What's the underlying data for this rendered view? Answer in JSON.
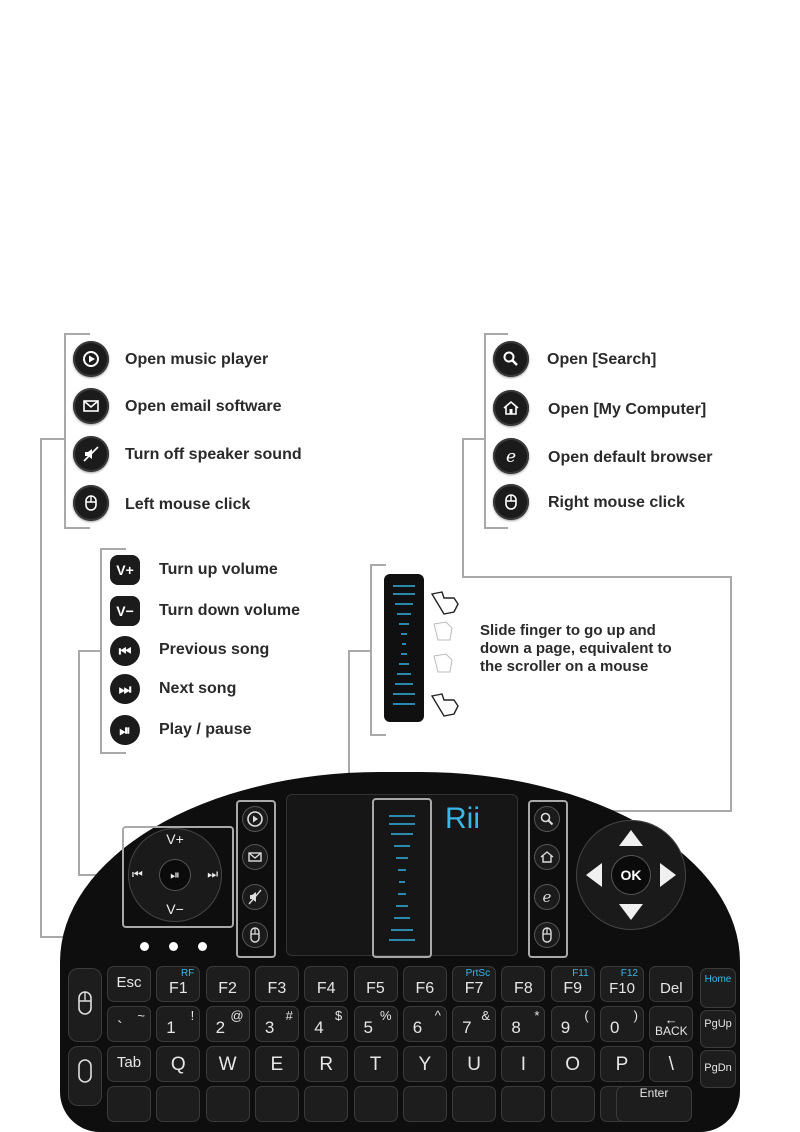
{
  "left_functions": [
    {
      "icon": "music-player-icon",
      "label": "Open music player"
    },
    {
      "icon": "email-icon",
      "label": "Open email software"
    },
    {
      "icon": "mute-speaker-icon",
      "label": "Turn off speaker sound"
    },
    {
      "icon": "mouse-icon",
      "label": "Left mouse click"
    }
  ],
  "right_functions": [
    {
      "icon": "search-icon",
      "label": "Open [Search]"
    },
    {
      "icon": "home-icon",
      "label": "Open [My Computer]"
    },
    {
      "icon": "browser-icon",
      "label": "Open default browser"
    },
    {
      "icon": "mouse-icon",
      "label": "Right mouse click"
    }
  ],
  "media_functions": [
    {
      "glyph": "V+",
      "label": "Turn up volume"
    },
    {
      "glyph": "V−",
      "label": "Turn down volume"
    },
    {
      "glyph": "⏮",
      "label": "Previous song"
    },
    {
      "glyph": "⏭",
      "label": "Next song"
    },
    {
      "glyph": "⏯",
      "label": "Play / pause"
    }
  ],
  "scroller_caption": [
    "Slide finger to go up and",
    "down a page, equivalent to",
    "the scroller on a mouse"
  ],
  "keyboard": {
    "brand": "Rii",
    "dpad_center": "OK",
    "volume_up": "V+",
    "volume_down": "V−",
    "row_fn": [
      {
        "main": "Esc",
        "sub": ""
      },
      {
        "main": "F1",
        "sub": "RF"
      },
      {
        "main": "F2",
        "sub": ""
      },
      {
        "main": "F3",
        "sub": ""
      },
      {
        "main": "F4",
        "sub": ""
      },
      {
        "main": "F5",
        "sub": ""
      },
      {
        "main": "F6",
        "sub": ""
      },
      {
        "main": "F7",
        "sub": "PrtSc"
      },
      {
        "main": "F8",
        "sub": ""
      },
      {
        "main": "F9",
        "sub": "F11"
      },
      {
        "main": "F10",
        "sub": "F12"
      },
      {
        "main": "Del",
        "sub": ""
      },
      {
        "main": "",
        "sub": "Home"
      }
    ],
    "row_num": [
      {
        "main": "`",
        "sub": "~"
      },
      {
        "main": "1",
        "sub": "!"
      },
      {
        "main": "2",
        "sub": "@"
      },
      {
        "main": "3",
        "sub": "#"
      },
      {
        "main": "4",
        "sub": "$"
      },
      {
        "main": "5",
        "sub": "%"
      },
      {
        "main": "6",
        "sub": "^"
      },
      {
        "main": "7",
        "sub": "&"
      },
      {
        "main": "8",
        "sub": "*"
      },
      {
        "main": "9",
        "sub": "("
      },
      {
        "main": "0",
        "sub": ")"
      },
      {
        "main": "BACK",
        "sub": "←"
      },
      {
        "main": "PgUp",
        "sub": ""
      }
    ],
    "row_q": [
      "Tab",
      "Q",
      "W",
      "E",
      "R",
      "T",
      "Y",
      "U",
      "I",
      "O",
      "P",
      "\\",
      "PgDn"
    ],
    "row_a_partial": [
      "Enter"
    ]
  }
}
